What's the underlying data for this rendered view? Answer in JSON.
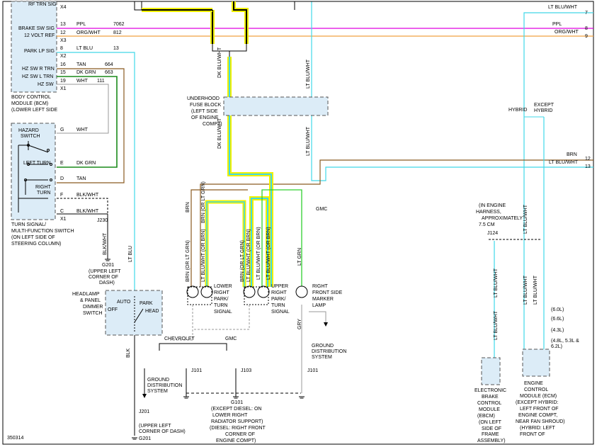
{
  "diagram_id": "350314",
  "bcm": {
    "pins": [
      "RF TRN SIG",
      "BRAKE SW SIG",
      "12 VOLT REF",
      "PARK LP SIG",
      "HZ SW R TRN",
      "HZ SW L TRN",
      "HZ SW"
    ],
    "caption": [
      "BODY CONTROL",
      "MODULE (BCM)",
      "(LOWER LEFT SIDE"
    ],
    "wires": [
      {
        "pin": "X4"
      },
      {
        "pin": "13",
        "color": "PPL",
        "circuit": "7062"
      },
      {
        "pin": "12",
        "color": "ORG/WHT",
        "circuit": "812"
      },
      {
        "pin": "X3"
      },
      {
        "pin": "8",
        "color": "LT BLU",
        "circuit": "13"
      },
      {
        "pin": "X2"
      },
      {
        "pin": "16",
        "color": "TAN",
        "circuit": "664"
      },
      {
        "pin": "15",
        "color": "DK GRN",
        "circuit": "663"
      },
      {
        "pin": "19",
        "color": "WHT",
        "circuit": "111"
      },
      {
        "pin": "X1"
      }
    ]
  },
  "turn_switch": {
    "hazard": [
      "HAZARD",
      "SWITCH"
    ],
    "left_turn": "LEFT TURN",
    "right_turn": [
      "RIGHT",
      "TURN"
    ],
    "caption": [
      "TURN SIGNAL/",
      "MULTI-FUNCTION SWITCH",
      "(ON LEFT SIDE OF",
      "STEERING COLUMN)"
    ],
    "wires": [
      {
        "pin": "G",
        "color": "WHT"
      },
      {
        "pin": "E",
        "color": "DK GRN"
      },
      {
        "pin": "D",
        "color": "TAN"
      },
      {
        "pin": "F",
        "color": "BLK/WHT"
      },
      {
        "pin": "C",
        "color": "BLK/WHT"
      },
      {
        "pin": "X1"
      }
    ]
  },
  "fuse_block": [
    "UNDERHOOD",
    "FUSE BLOCK",
    "(LEFT SIDE",
    "OF ENGINE",
    "COMPT)"
  ],
  "vert": {
    "dk_blu_wht": "DK BLU/WHT",
    "lt_blu_wht": "LT BLU/WHT",
    "lt_blu": "LT BLU",
    "blk_wht": "BLK/WHT",
    "brn": "BRN",
    "brn_or_lt_grn": "BRN (OR LT GRN)",
    "lt_blu_wht_or_brn": "LT BLU/WHT (OR BRN)",
    "lt_grn": "LT GRN",
    "gry": "GRY",
    "blk": "BLK"
  },
  "headlamp_switch": {
    "label": [
      "HEADLAMP",
      "& PANEL",
      "DIMMER",
      "SWITCH"
    ],
    "positions": [
      "AUTO",
      "OFF",
      "PARK",
      "HEAD"
    ]
  },
  "lamps": {
    "lower_right": [
      "LOWER",
      "RIGHT",
      "PARK/",
      "TURN",
      "SIGNAL"
    ],
    "upper_right": [
      "UPPER",
      "RIGHT",
      "PARK/",
      "TURN",
      "SIGNAL"
    ],
    "marker": [
      "RIGHT",
      "FRONT SIDE",
      "MARKER",
      "LAMP"
    ]
  },
  "grounds": {
    "g201_top": "G201",
    "g201_caption": [
      "(UPPER LEFT",
      "CORNER OF",
      "DASH)"
    ],
    "j230": "J230",
    "chevrolet": "CHEVROLET",
    "gmc": "GMC",
    "j101": "J101",
    "j103": "J103",
    "ground_dist": [
      "GROUND",
      "DISTRIBUTION",
      "SYSTEM"
    ],
    "g101": "G101",
    "g101_caption": [
      "(EXCEPT DIESEL: ON",
      "LOWER RIGHT",
      "RADIATOR SUPPORT)",
      "(DIESEL: RIGHT FRONT",
      "CORNER OF",
      "ENGINE COMPT)"
    ],
    "j201": "J201",
    "g201_bottom_caption": [
      "(UPPER LEFT",
      "CORNER OF DASH)"
    ]
  },
  "right": {
    "lt_blu_wht": "LT BLU/WHT",
    "ppl": "PPL",
    "org_wht": "ORG/WHT",
    "brn": "BRN",
    "hybrid": "HYBRID",
    "except": "EXCEPT",
    "pins": [
      "7",
      "8",
      "9",
      "12",
      "13"
    ]
  },
  "j124": {
    "caption": [
      "(IN ENGINE",
      "HARNESS,",
      "APPROXIMATELY",
      "7.5 CM"
    ],
    "label": "J124"
  },
  "ebcm": [
    "ELECTRONIC",
    "BRAKE",
    "CONTROL",
    "MODULE",
    "(EBCM)",
    "(ON LEFT",
    "SIDE OF",
    "FRAME",
    "ASSEMBLY)"
  ],
  "ecm": {
    "engines": [
      "(6.0L)",
      "(6.6L)",
      "(4.3L)",
      "(4.8L, 5.3L &",
      "6.2L)"
    ],
    "label": [
      "ENGINE",
      "CONTROL",
      "MODULE (ECM)",
      "(EXCEPT HYBRID:",
      "LEFT FRONT OF",
      "ENGINE COMPT,",
      "NEAR FAN SHROUD)",
      "(HYBRID: LEFT",
      "FRONT OF"
    ]
  }
}
